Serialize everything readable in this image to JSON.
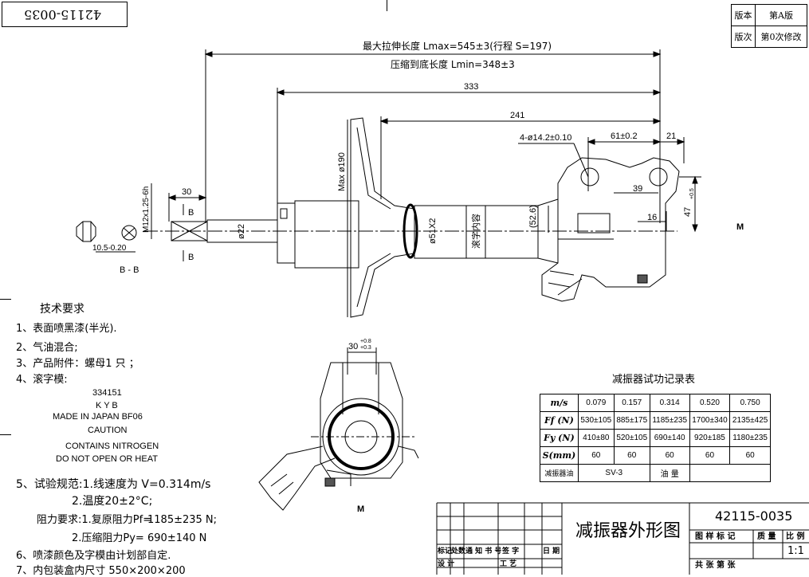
{
  "drawing_no_rotated": "42115-0035",
  "revision_table": {
    "rows": [
      {
        "label": "版本",
        "value": "第A版"
      },
      {
        "label": "版次",
        "value": "第0次修改"
      }
    ]
  },
  "dimensions": {
    "lmax": "最大拉伸长度    Lmax=545±3(行程 S=197)",
    "lmin": "压缩到底长度    Lmin=348±3",
    "d333": "333",
    "d241": "241",
    "holes": "4-ø14.2±0.10",
    "d61": "61±0.2",
    "d21": "21",
    "d39": "39",
    "d16": "16",
    "d47": "47",
    "d47_tol": "+0.5\n0",
    "d52": "(52.6)",
    "d30": "30",
    "thread": "M12x1.25-6h",
    "d22": "ø22",
    "d51": "ø51X2",
    "max190": "Max ø190",
    "stamp_text": "滚字内容",
    "d10": "10.5-0.20",
    "d10_up": "0",
    "section_b": "B",
    "section_bb": "B - B",
    "top30": "30",
    "top30_tol": "+0.8\n+0.3",
    "mark_m1": "M",
    "mark_m2": "M"
  },
  "tech": {
    "title": "技术要求",
    "items": [
      "1、表面喷黑漆(半光).",
      "2、气油混合;",
      "3、产品附件：螺母1 只 ；",
      "4、滚字模:"
    ],
    "stamp_lines": [
      "334151",
      "K  Y  B",
      "MADE IN JAPAN     BF06",
      "CAUTION",
      "CONTAINS NITROGEN",
      "DO NOT OPEN OR HEAT"
    ],
    "item5": "5、试验规范:1.线速度为 V=0.314m/s",
    "item5_2": "2.温度20±2°C;",
    "item5_3_label": "阻力要求:1.复原阻力Pf=",
    "item5_3_val": "1185±235  N;",
    "item5_4_label": "2.压缩阻力Py=",
    "item5_4_val": "690±140  N",
    "item6": "6、喷漆颜色及字模由计划部自定.",
    "item7": "7、内包装盒内尺寸 550×200×200"
  },
  "record": {
    "title": "减振器试功记录表",
    "rows": [
      [
        "m/s",
        "0.079",
        "0.157",
        "0.314",
        "0.520",
        "0.750"
      ],
      [
        "Ff (N)",
        "530±105",
        "885±175",
        "1185±235",
        "1700±340",
        "2135±425"
      ],
      [
        "Fy (N)",
        "410±80",
        "520±105",
        "690±140",
        "920±185",
        "1180±235"
      ],
      [
        "S(mm)",
        "60",
        "60",
        "60",
        "60",
        "60"
      ]
    ],
    "oil_label": "减振器油",
    "oil_value": "SV-3",
    "oil_qty_label": "油    量"
  },
  "title_block": {
    "drawing_title": "减振器外形图",
    "drawing_no": "42115-0035",
    "header_cols": [
      "图  样  标  记",
      "质    量",
      "比  例"
    ],
    "scale": "1:1",
    "sign_row": [
      "标记",
      "处数",
      "通 知 书 号",
      "签    字",
      "日 期"
    ],
    "design": "设 计",
    "process": "工 艺",
    "sheets": "共        张   第        张"
  }
}
